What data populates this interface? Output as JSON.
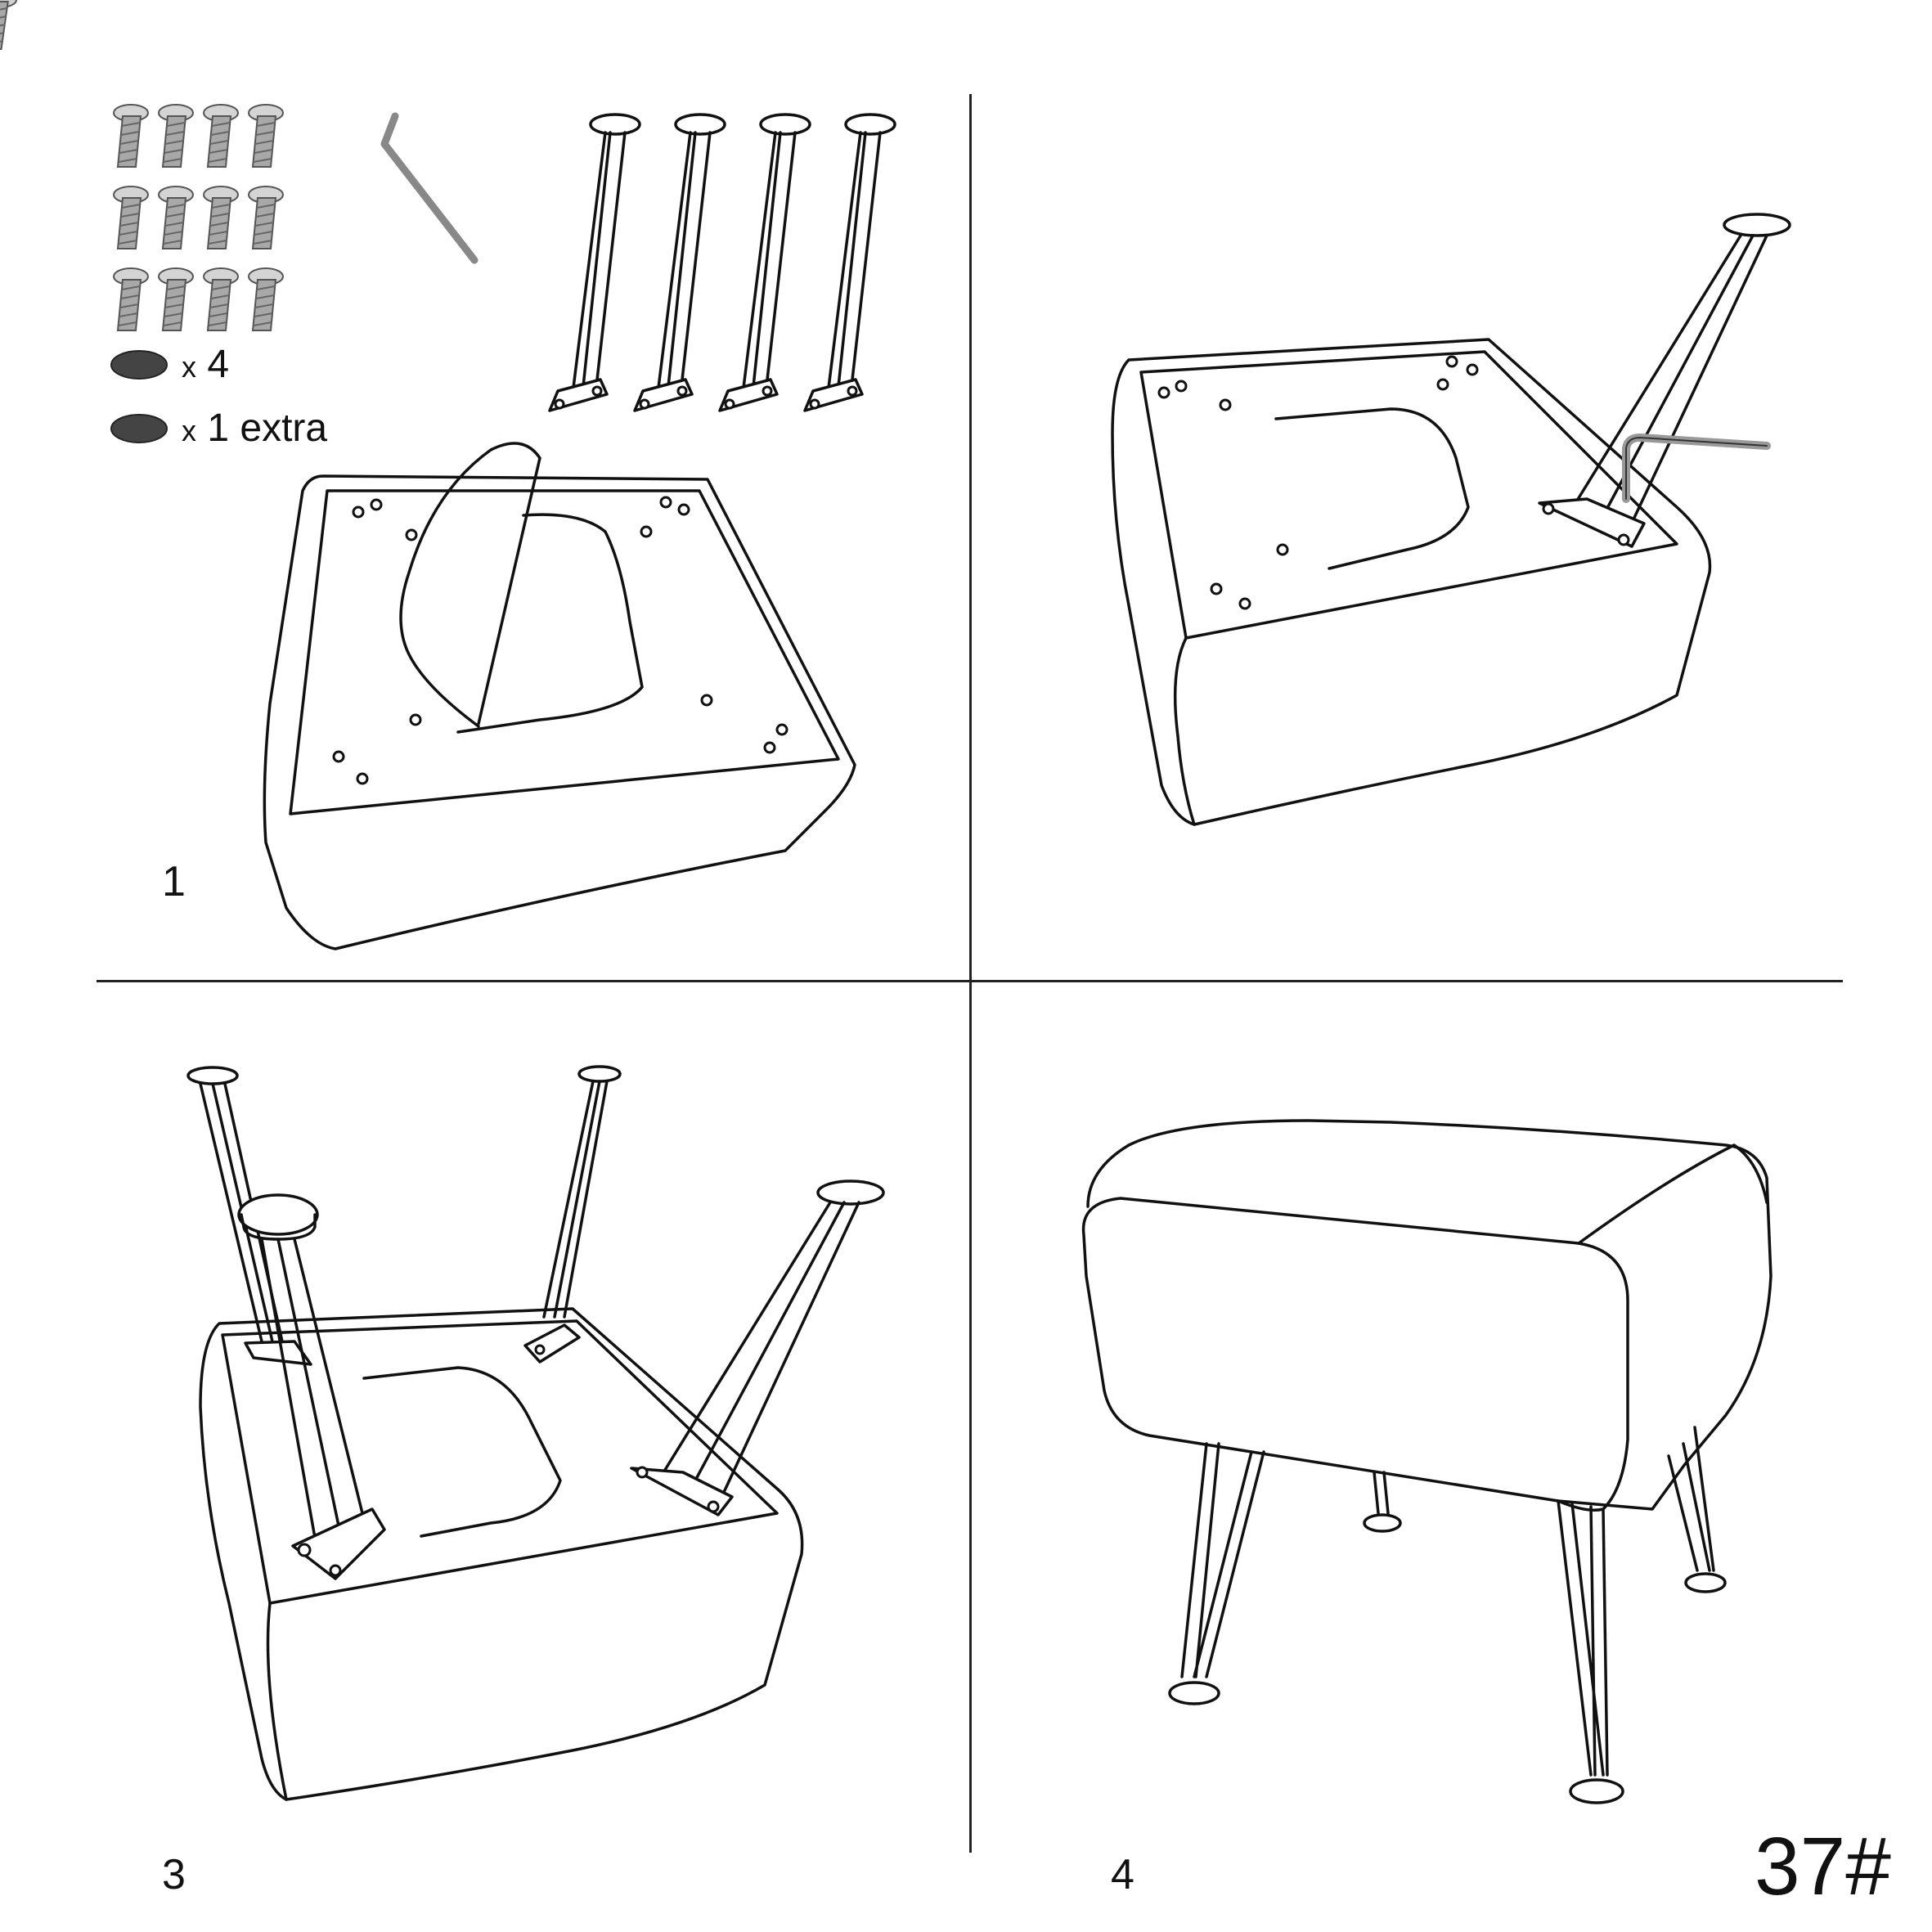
{
  "parts": {
    "felt_pad_qty": "4",
    "felt_pad_extra_qty": "1 extra",
    "qty_prefix": "x"
  },
  "steps": [
    {
      "label": "1"
    },
    {
      "label": "3"
    },
    {
      "label": "4"
    }
  ],
  "model": "37#",
  "colors": {
    "line": "#111111",
    "pad": "#444444",
    "screw": "#9a9a9a"
  }
}
